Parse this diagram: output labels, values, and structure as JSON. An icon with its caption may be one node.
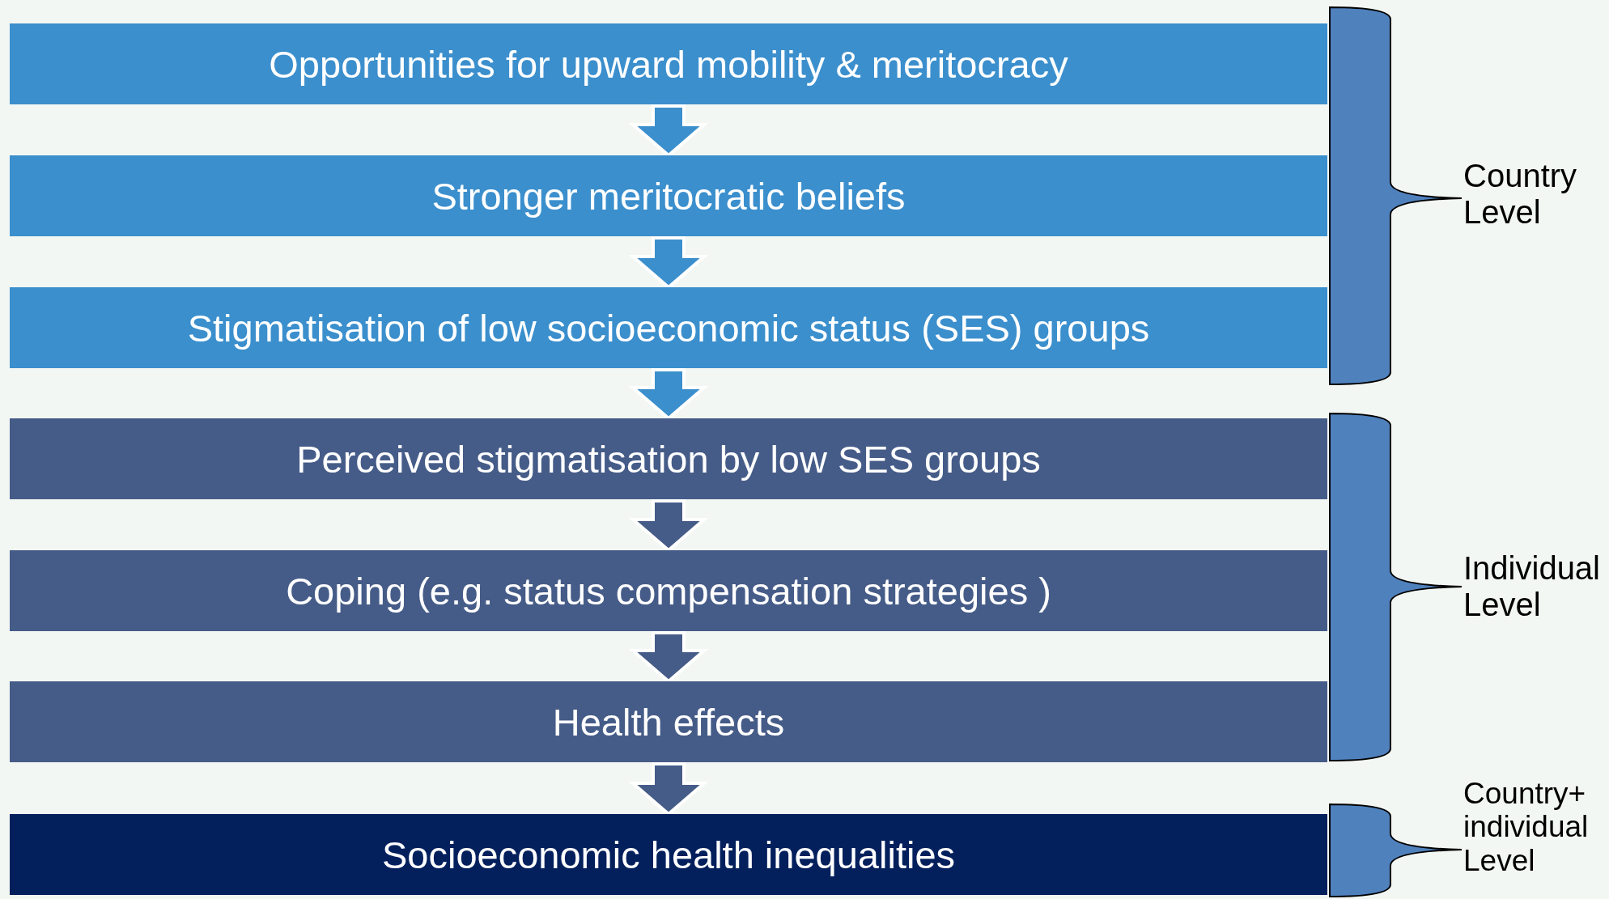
{
  "diagram": {
    "nodes": [
      {
        "text": [
          "Opportunities for upward mobility & meritocracy"
        ]
      },
      {
        "text": [
          "Stronger meritocratic beliefs"
        ]
      },
      {
        "text": [
          "Stigmatisation of low socioeconomic status (SES) groups"
        ]
      },
      {
        "text": [
          "Perceived stigmatisation by low SES groups"
        ]
      },
      {
        "text": [
          "Coping (e.g. status compensation strategies )"
        ]
      },
      {
        "text": [
          "Health effects"
        ]
      },
      {
        "text": [
          "Socioeconomic health inequalities"
        ]
      },
      {
        "text": [
          "Country Level"
        ]
      },
      {
        "text": [
          "Individual Level"
        ]
      },
      {
        "text": [
          "Country+ individual Level"
        ]
      }
    ],
    "edges": [
      {
        "from": 0,
        "to": 1,
        "arrow": "to"
      },
      {
        "from": 1,
        "to": 2,
        "arrow": "to"
      },
      {
        "from": 2,
        "to": 3,
        "arrow": "to"
      },
      {
        "from": 3,
        "to": 4,
        "arrow": "to"
      },
      {
        "from": 4,
        "to": 5,
        "arrow": "to"
      },
      {
        "from": 5,
        "to": 6,
        "arrow": "to"
      }
    ]
  }
}
